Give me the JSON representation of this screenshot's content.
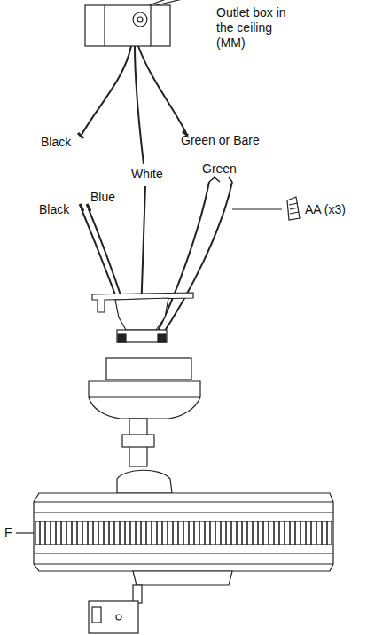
{
  "diagram": {
    "labels": [
      "Outlet box in the ceiling (MM)",
      "Black",
      "White",
      "Green or Bare",
      "Black",
      "Blue",
      "Green",
      "AA (x3)",
      "F"
    ]
  }
}
